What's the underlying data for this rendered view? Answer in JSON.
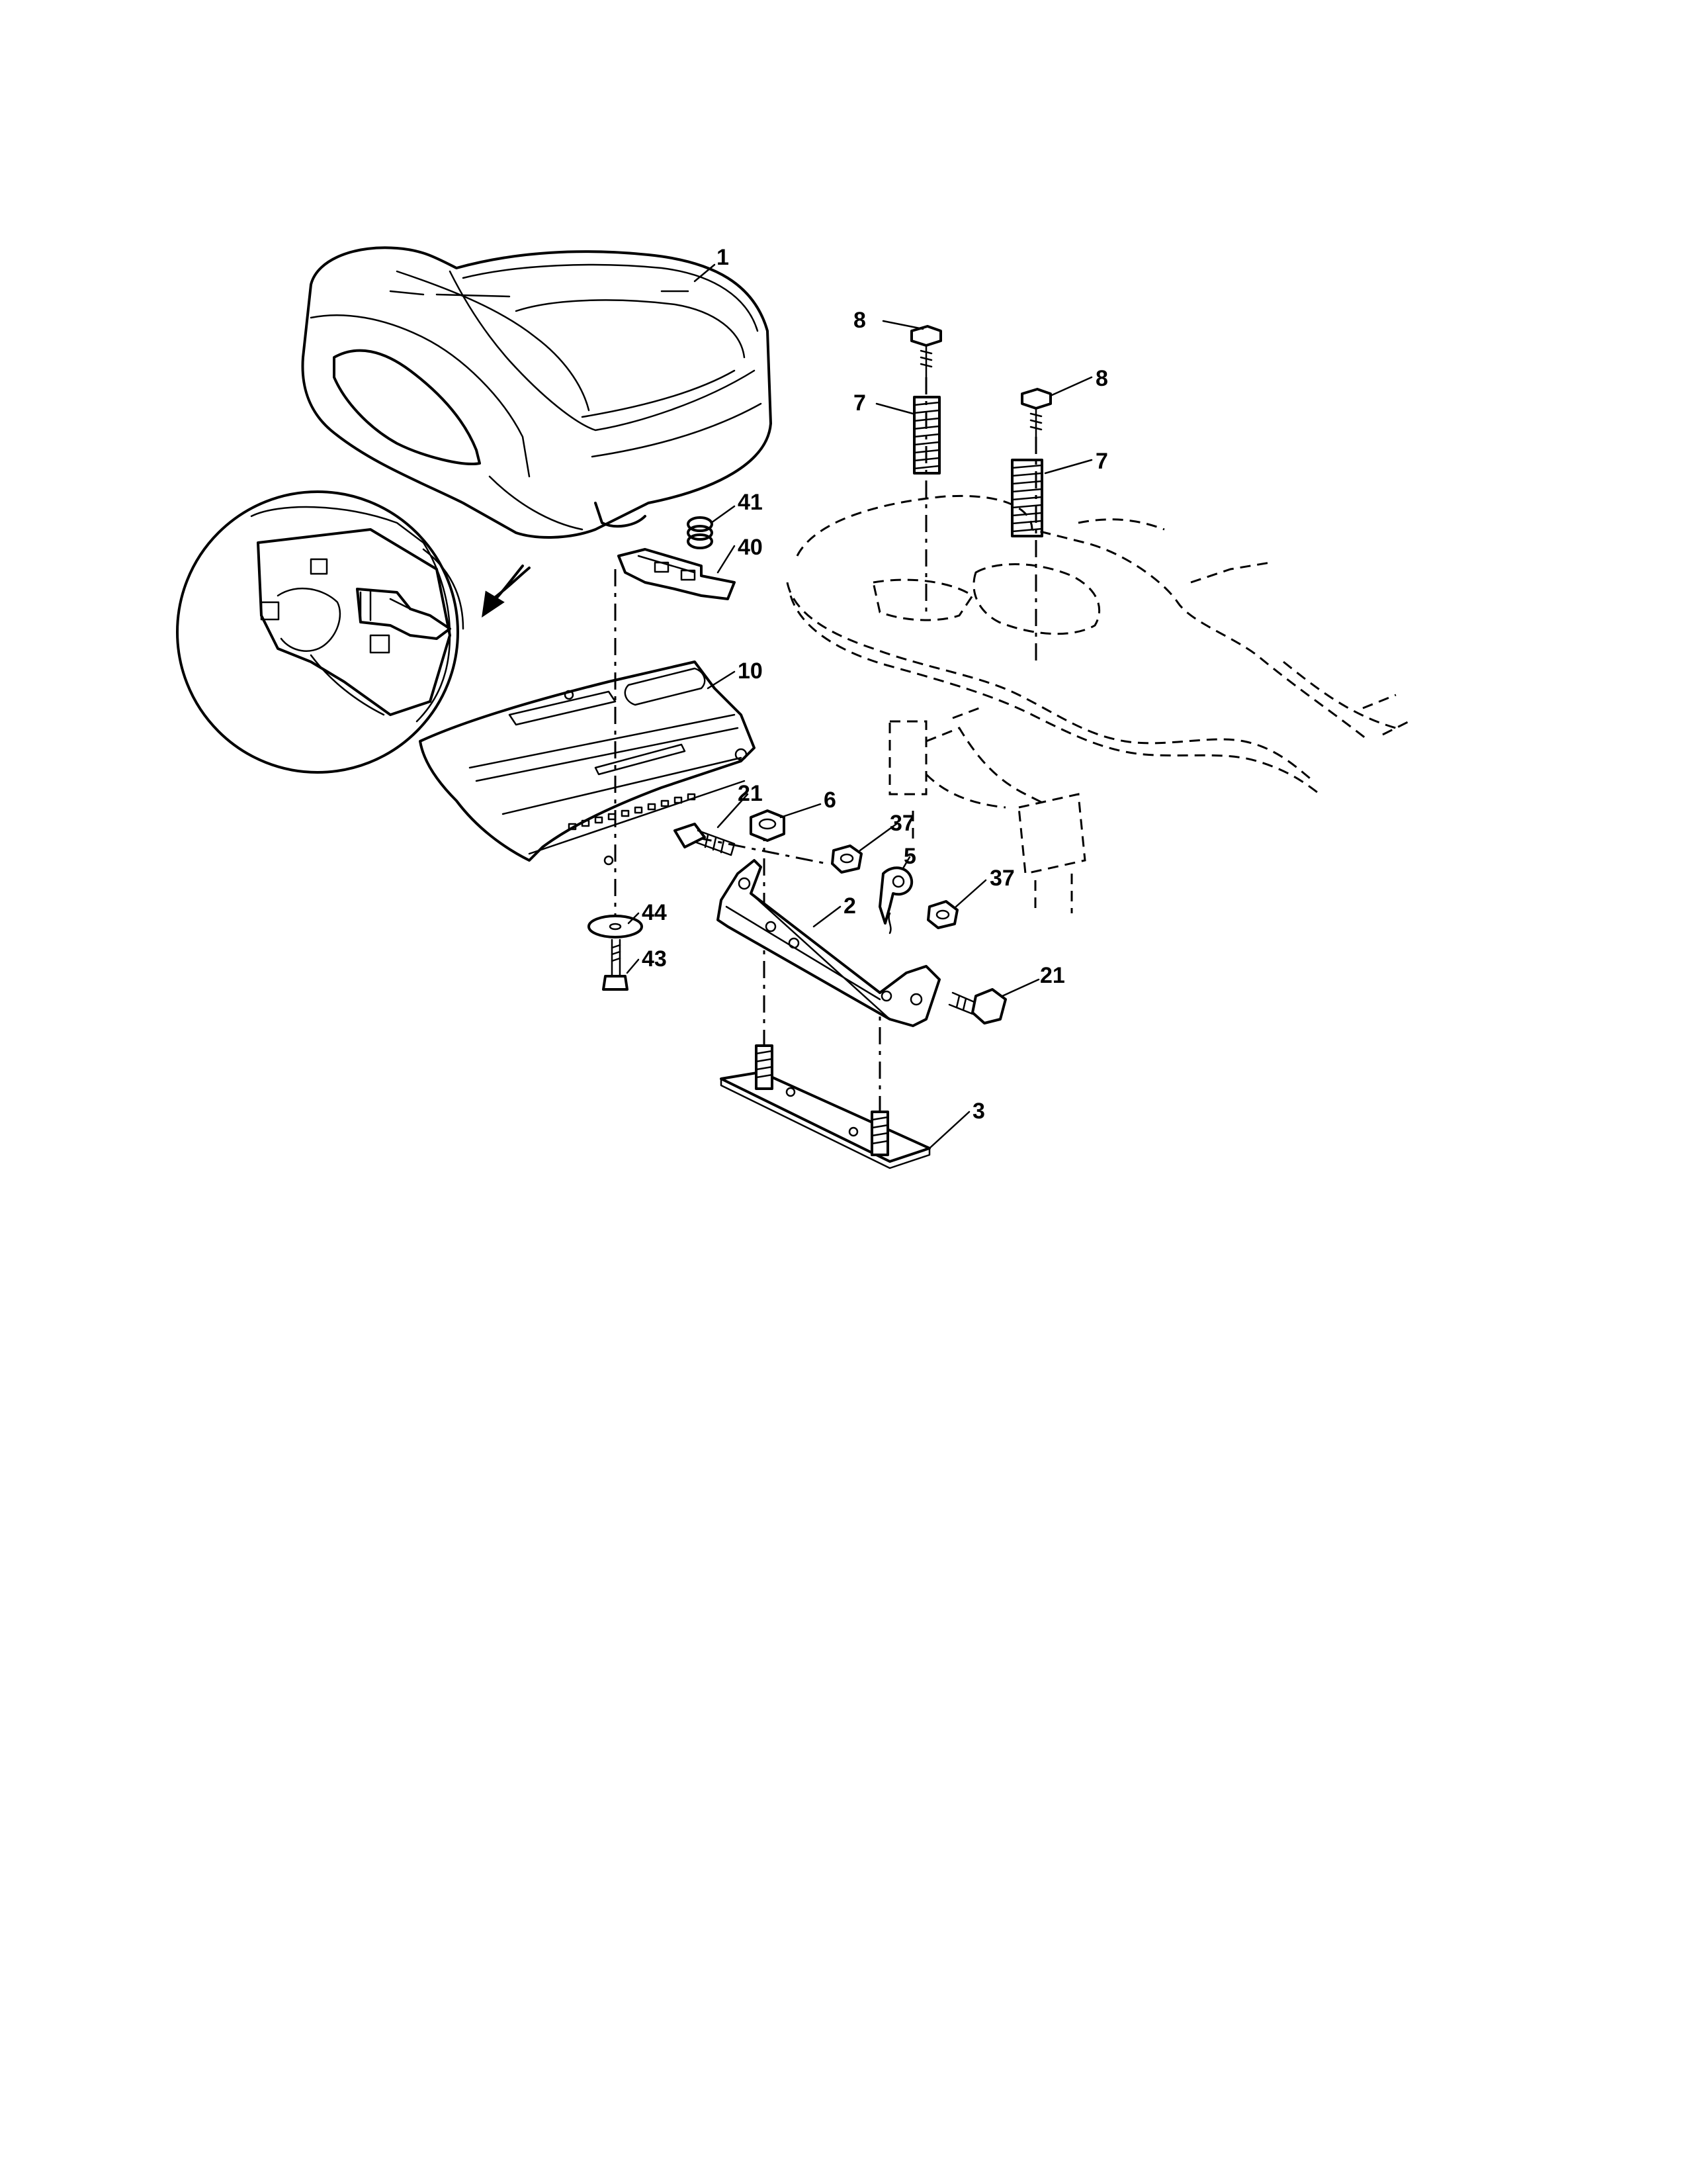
{
  "callouts": [
    {
      "id": "c1",
      "text": "1"
    },
    {
      "id": "c8a",
      "text": "8"
    },
    {
      "id": "c8b",
      "text": "8"
    },
    {
      "id": "c7a",
      "text": "7"
    },
    {
      "id": "c7b",
      "text": "7"
    },
    {
      "id": "c41",
      "text": "41"
    },
    {
      "id": "c40",
      "text": "40"
    },
    {
      "id": "c10",
      "text": "10"
    },
    {
      "id": "c21a",
      "text": "21"
    },
    {
      "id": "c6",
      "text": "6"
    },
    {
      "id": "c37a",
      "text": "37"
    },
    {
      "id": "c5",
      "text": "5"
    },
    {
      "id": "c37b",
      "text": "37"
    },
    {
      "id": "c2",
      "text": "2"
    },
    {
      "id": "c44",
      "text": "44"
    },
    {
      "id": "c43",
      "text": "43"
    },
    {
      "id": "c21b",
      "text": "21"
    },
    {
      "id": "c3",
      "text": "3"
    }
  ]
}
